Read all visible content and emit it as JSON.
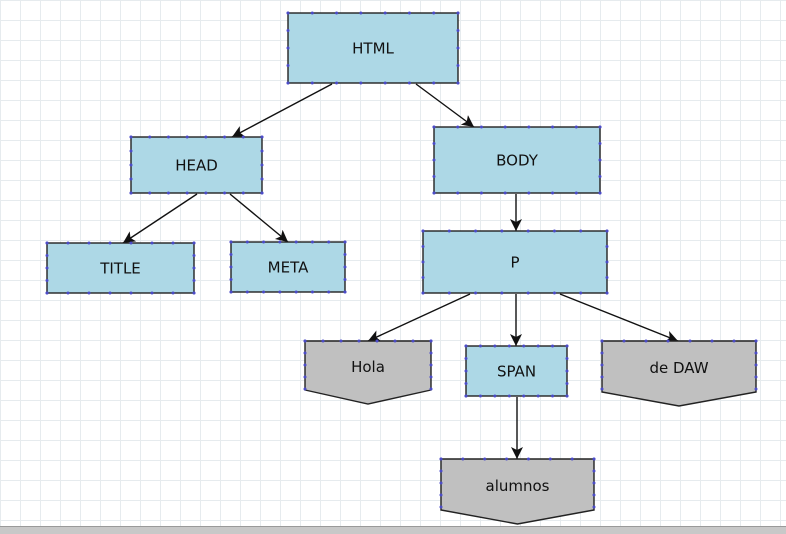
{
  "diagram": {
    "nodes": [
      {
        "id": "html",
        "label": "HTML",
        "kind": "element"
      },
      {
        "id": "head",
        "label": "HEAD",
        "kind": "element"
      },
      {
        "id": "body",
        "label": "BODY",
        "kind": "element"
      },
      {
        "id": "title",
        "label": "TITLE",
        "kind": "element"
      },
      {
        "id": "meta",
        "label": "META",
        "kind": "element"
      },
      {
        "id": "p",
        "label": "P",
        "kind": "element"
      },
      {
        "id": "hola",
        "label": "Hola",
        "kind": "text"
      },
      {
        "id": "span",
        "label": "SPAN",
        "kind": "element"
      },
      {
        "id": "dedaw",
        "label": "de DAW",
        "kind": "text"
      },
      {
        "id": "alumnos",
        "label": "alumnos",
        "kind": "text"
      }
    ],
    "edges": [
      {
        "from": "html",
        "to": "head"
      },
      {
        "from": "html",
        "to": "body"
      },
      {
        "from": "head",
        "to": "title"
      },
      {
        "from": "head",
        "to": "meta"
      },
      {
        "from": "body",
        "to": "p"
      },
      {
        "from": "p",
        "to": "hola"
      },
      {
        "from": "p",
        "to": "span"
      },
      {
        "from": "p",
        "to": "dedaw"
      },
      {
        "from": "span",
        "to": "alumnos"
      }
    ],
    "colors": {
      "element_fill": "#add8e6",
      "text_fill": "#c0c0c0",
      "stroke": "#222222",
      "handle_dots": "#4b4bc8"
    }
  }
}
